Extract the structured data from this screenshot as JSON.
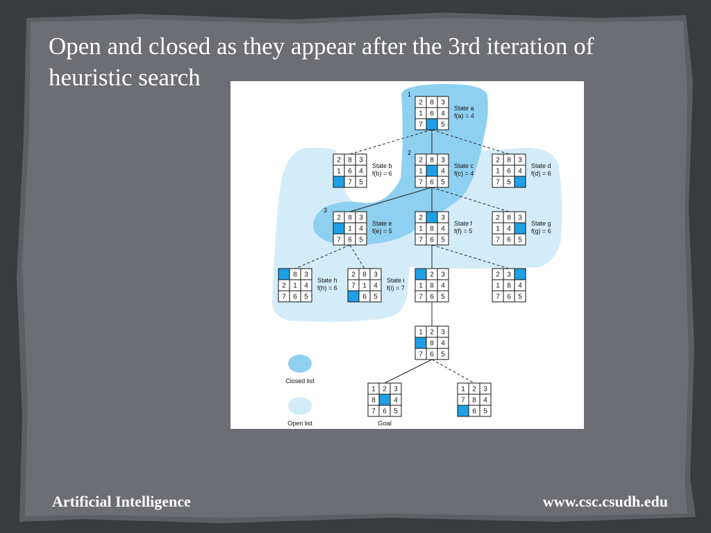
{
  "slide": {
    "title_line1": "Open and closed as they appear after the 3rd iteration of",
    "title_line2": "heuristic search",
    "footer_left": "Artificial Intelligence",
    "footer_right": "www.csc.csudh.edu"
  },
  "colors": {
    "closed_region": "#8fd0f0",
    "open_region": "#d4ecf9",
    "blank_tile": "#1ea0e6",
    "tree_line": "#222222",
    "background": "#3e3f43",
    "text": "#ffffff"
  },
  "diagram": {
    "iteration_labels": [
      "1",
      "2",
      "3"
    ],
    "states": [
      {
        "id": "a",
        "tiles": [
          "2",
          "8",
          "3",
          "1",
          "6",
          "4",
          "7",
          "",
          "5"
        ],
        "name": "State a",
        "f": "f(a) = 4",
        "region": "closed"
      },
      {
        "id": "b",
        "tiles": [
          "2",
          "8",
          "3",
          "1",
          "6",
          "4",
          "",
          "7",
          "5"
        ],
        "name": "State b",
        "f": "f(b) = 6",
        "region": "open"
      },
      {
        "id": "c",
        "tiles": [
          "2",
          "8",
          "3",
          "1",
          "",
          "4",
          "7",
          "6",
          "5"
        ],
        "name": "State c",
        "f": "f(c) = 4",
        "region": "closed"
      },
      {
        "id": "d",
        "tiles": [
          "2",
          "8",
          "3",
          "1",
          "6",
          "4",
          "7",
          "5",
          ""
        ],
        "name": "State d",
        "f": "f(d) = 6",
        "region": "open"
      },
      {
        "id": "e",
        "tiles": [
          "2",
          "8",
          "3",
          "",
          "1",
          "4",
          "7",
          "6",
          "5"
        ],
        "name": "State e",
        "f": "f(e) = 5",
        "region": "closed"
      },
      {
        "id": "f",
        "tiles": [
          "2",
          "",
          "3",
          "1",
          "8",
          "4",
          "7",
          "6",
          "5"
        ],
        "name": "State f",
        "f": "f(f) = 5",
        "region": "open"
      },
      {
        "id": "g",
        "tiles": [
          "2",
          "8",
          "3",
          "1",
          "4",
          "",
          "7",
          "6",
          "5"
        ],
        "name": "State g",
        "f": "f(g) = 6",
        "region": "open"
      },
      {
        "id": "h",
        "tiles": [
          "",
          "8",
          "3",
          "2",
          "1",
          "4",
          "7",
          "6",
          "5"
        ],
        "name": "State h",
        "f": "f(h) = 6",
        "region": "open"
      },
      {
        "id": "i",
        "tiles": [
          "2",
          "8",
          "3",
          "7",
          "1",
          "4",
          "",
          "6",
          "5"
        ],
        "name": "State i",
        "f": "f(i) = 7",
        "region": "open"
      },
      {
        "id": "j",
        "tiles": [
          "",
          "2",
          "3",
          "1",
          "8",
          "4",
          "7",
          "6",
          "5"
        ],
        "name": "",
        "f": "",
        "region": "none"
      },
      {
        "id": "k",
        "tiles": [
          "2",
          "3",
          "",
          "1",
          "8",
          "4",
          "7",
          "6",
          "5"
        ],
        "name": "",
        "f": "",
        "region": "none"
      },
      {
        "id": "l",
        "tiles": [
          "1",
          "2",
          "3",
          "",
          "8",
          "4",
          "7",
          "6",
          "5"
        ],
        "name": "",
        "f": "",
        "region": "none"
      },
      {
        "id": "m",
        "tiles": [
          "1",
          "2",
          "3",
          "8",
          "",
          "4",
          "7",
          "6",
          "5"
        ],
        "name": "Goal",
        "f": "",
        "region": "none"
      },
      {
        "id": "n",
        "tiles": [
          "1",
          "2",
          "3",
          "7",
          "8",
          "4",
          "",
          "6",
          "5"
        ],
        "name": "",
        "f": "",
        "region": "none"
      }
    ],
    "edges": [
      {
        "from": "a",
        "to": "b",
        "style": "dashed"
      },
      {
        "from": "a",
        "to": "c",
        "style": "solid"
      },
      {
        "from": "a",
        "to": "d",
        "style": "dashed"
      },
      {
        "from": "c",
        "to": "e",
        "style": "solid"
      },
      {
        "from": "c",
        "to": "f",
        "style": "solid"
      },
      {
        "from": "c",
        "to": "g",
        "style": "dashed"
      },
      {
        "from": "e",
        "to": "h",
        "style": "dashed"
      },
      {
        "from": "e",
        "to": "i",
        "style": "dashed"
      },
      {
        "from": "f",
        "to": "j",
        "style": "solid"
      },
      {
        "from": "f",
        "to": "k",
        "style": "dashed"
      },
      {
        "from": "j",
        "to": "l",
        "style": "solid"
      },
      {
        "from": "l",
        "to": "m",
        "style": "solid"
      },
      {
        "from": "l",
        "to": "n",
        "style": "dashed"
      }
    ],
    "legend": [
      {
        "key": "closed",
        "label": "Closed list"
      },
      {
        "key": "open",
        "label": "Open list"
      }
    ]
  }
}
